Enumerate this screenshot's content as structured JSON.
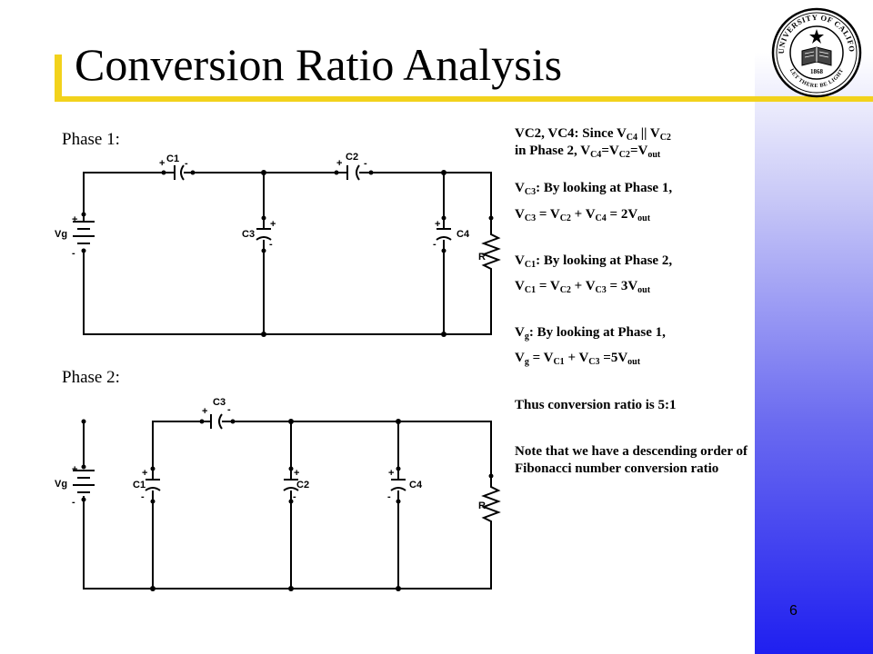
{
  "slide": {
    "title": "Conversion Ratio Analysis",
    "number": "6"
  },
  "seal": {
    "text_top": "THE UNIVERSITY OF CALIFORNIA",
    "text_bottom": "LET THERE BE LIGHT",
    "year": "1868",
    "icon": "university-seal"
  },
  "colors": {
    "accent_rule": "#f2d21c",
    "band_top": "#ffffff",
    "band_bottom": "#1f1ff0"
  },
  "phase1": {
    "label": "Phase 1:",
    "components": {
      "source": "Vg",
      "c1": "C1",
      "c2": "C2",
      "c3": "C3",
      "c4": "C4",
      "load": "R",
      "plus": "+",
      "minus": "-"
    }
  },
  "phase2": {
    "label": "Phase 2:",
    "components": {
      "source": "Vg",
      "c1": "C1",
      "c2": "C2",
      "c3": "C3",
      "c4": "C4",
      "load": "R",
      "plus": "+",
      "minus": "-"
    }
  },
  "notes": {
    "vc2vc4": {
      "a": "VC2, VC4: Since V",
      "a_sub1": "C4",
      "a2": " || V",
      "a_sub2": "C2",
      "b": "in Phase 2, V",
      "b_sub1": "C4",
      "b2": "=V",
      "b_sub2": "C2",
      "b3": "=V",
      "b_sub3": "out"
    },
    "vc3": {
      "l1": "V",
      "l1_sub": "C3",
      "l1b": ": By looking at Phase 1,",
      "l2": "V",
      "l2_sub1": "C3",
      "l2b": " = V",
      "l2_sub2": "C2",
      "l2c": " + V",
      "l2_sub3": "C4",
      "l2d": " = 2V",
      "l2_sub4": "out"
    },
    "vc1": {
      "l1": "V",
      "l1_sub": "C1",
      "l1b": ": By looking at Phase 2,",
      "l2": "V",
      "l2_sub1": "C1",
      "l2b": " = V",
      "l2_sub2": "C2",
      "l2c": " + V",
      "l2_sub3": "C3",
      "l2d": " = 3V",
      "l2_sub4": "out"
    },
    "vg": {
      "l1": "V",
      "l1_sub": "g",
      "l1b": ": By looking at Phase 1,",
      "l2": "V",
      "l2_sub1": "g",
      "l2b": " = V",
      "l2_sub2": "C1",
      "l2c": " + V",
      "l2_sub3": "C3",
      "l2d": " =5V",
      "l2_sub4": "out"
    },
    "conclusion": "Thus conversion ratio is 5:1",
    "note": "Note that we have a descending order of Fibonacci number conversion ratio"
  }
}
